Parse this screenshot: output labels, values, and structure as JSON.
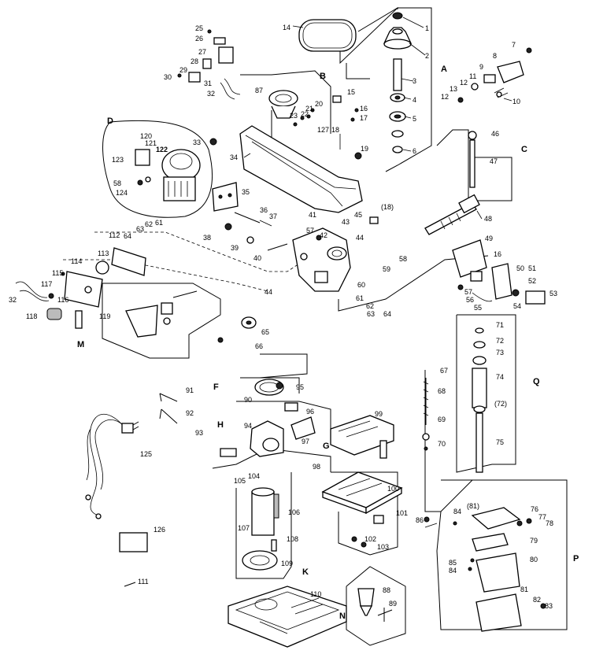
{
  "diagram": {
    "section_labels": [
      "A",
      "B",
      "C",
      "D",
      "F",
      "G",
      "H",
      "K",
      "M",
      "N",
      "P",
      "Q"
    ],
    "part_labels": {
      "p1": "1",
      "p2": "2",
      "p3": "3",
      "p4": "4",
      "p5": "5",
      "p6": "6",
      "p7": "7",
      "p8": "8",
      "p9": "9",
      "p10": "10",
      "p11": "11",
      "p12a": "12",
      "p12b": "12",
      "p13": "13",
      "p14": "14",
      "p15": "15",
      "p16a": "16",
      "p16b": "16",
      "p17": "17",
      "p18": "18",
      "p18p": "(18)",
      "p19": "19",
      "p20": "20",
      "p21": "21",
      "p22": "22",
      "p23": "23",
      "p25": "25",
      "p26": "26",
      "p27": "27",
      "p28": "28",
      "p29": "29",
      "p30": "30",
      "p31": "31",
      "p32a": "32",
      "p32b": "32",
      "p33": "33",
      "p34": "34",
      "p35": "35",
      "p36": "36",
      "p37": "37",
      "p38": "38",
      "p39": "39",
      "p40": "40",
      "p41": "41",
      "p42": "42",
      "p43": "43",
      "p44a": "44",
      "p44b": "44",
      "p45": "45",
      "p46": "46",
      "p47": "47",
      "p48": "48",
      "p49": "49",
      "p50": "50",
      "p51": "51",
      "p52": "52",
      "p53": "53",
      "p54": "54",
      "p55": "55",
      "p56": "56",
      "p57a": "57",
      "p57b": "57",
      "p58a": "58",
      "p58b": "58",
      "p59": "59",
      "p60": "60",
      "p61a": "61",
      "p61b": "61",
      "p62a": "62",
      "p62b": "62",
      "p63a": "63",
      "p63b": "63",
      "p64a": "64",
      "p64b": "64",
      "p65": "65",
      "p66": "66",
      "p67": "67",
      "p68": "68",
      "p69": "69",
      "p70": "70",
      "p71": "71",
      "p72": "72",
      "p72p": "(72)",
      "p73": "73",
      "p74": "74",
      "p75": "75",
      "p76": "76",
      "p77": "77",
      "p78": "78",
      "p79": "79",
      "p80": "80",
      "p81": "81",
      "p81p": "(81)",
      "p82": "82",
      "p83": "83",
      "p84a": "84",
      "p84b": "84",
      "p85": "85",
      "p86": "86",
      "p87": "87",
      "p88": "88",
      "p89": "89",
      "p90": "90",
      "p91": "91",
      "p92": "92",
      "p93": "93",
      "p94": "94",
      "p95": "95",
      "p96": "96",
      "p97": "97",
      "p98": "98",
      "p99": "99",
      "p100": "100",
      "p101": "101",
      "p102": "102",
      "p103": "103",
      "p104": "104",
      "p105": "105",
      "p106": "106",
      "p107": "107",
      "p108": "108",
      "p109": "109",
      "p110": "110",
      "p111": "111",
      "p112": "112",
      "p113": "113",
      "p114": "114",
      "p115": "115",
      "p116": "116",
      "p117": "117",
      "p118": "118",
      "p119": "119",
      "p120": "120",
      "p121": "121",
      "p122": "122",
      "p123": "123",
      "p124": "124",
      "p125": "125",
      "p126": "126",
      "p127": "127"
    }
  }
}
